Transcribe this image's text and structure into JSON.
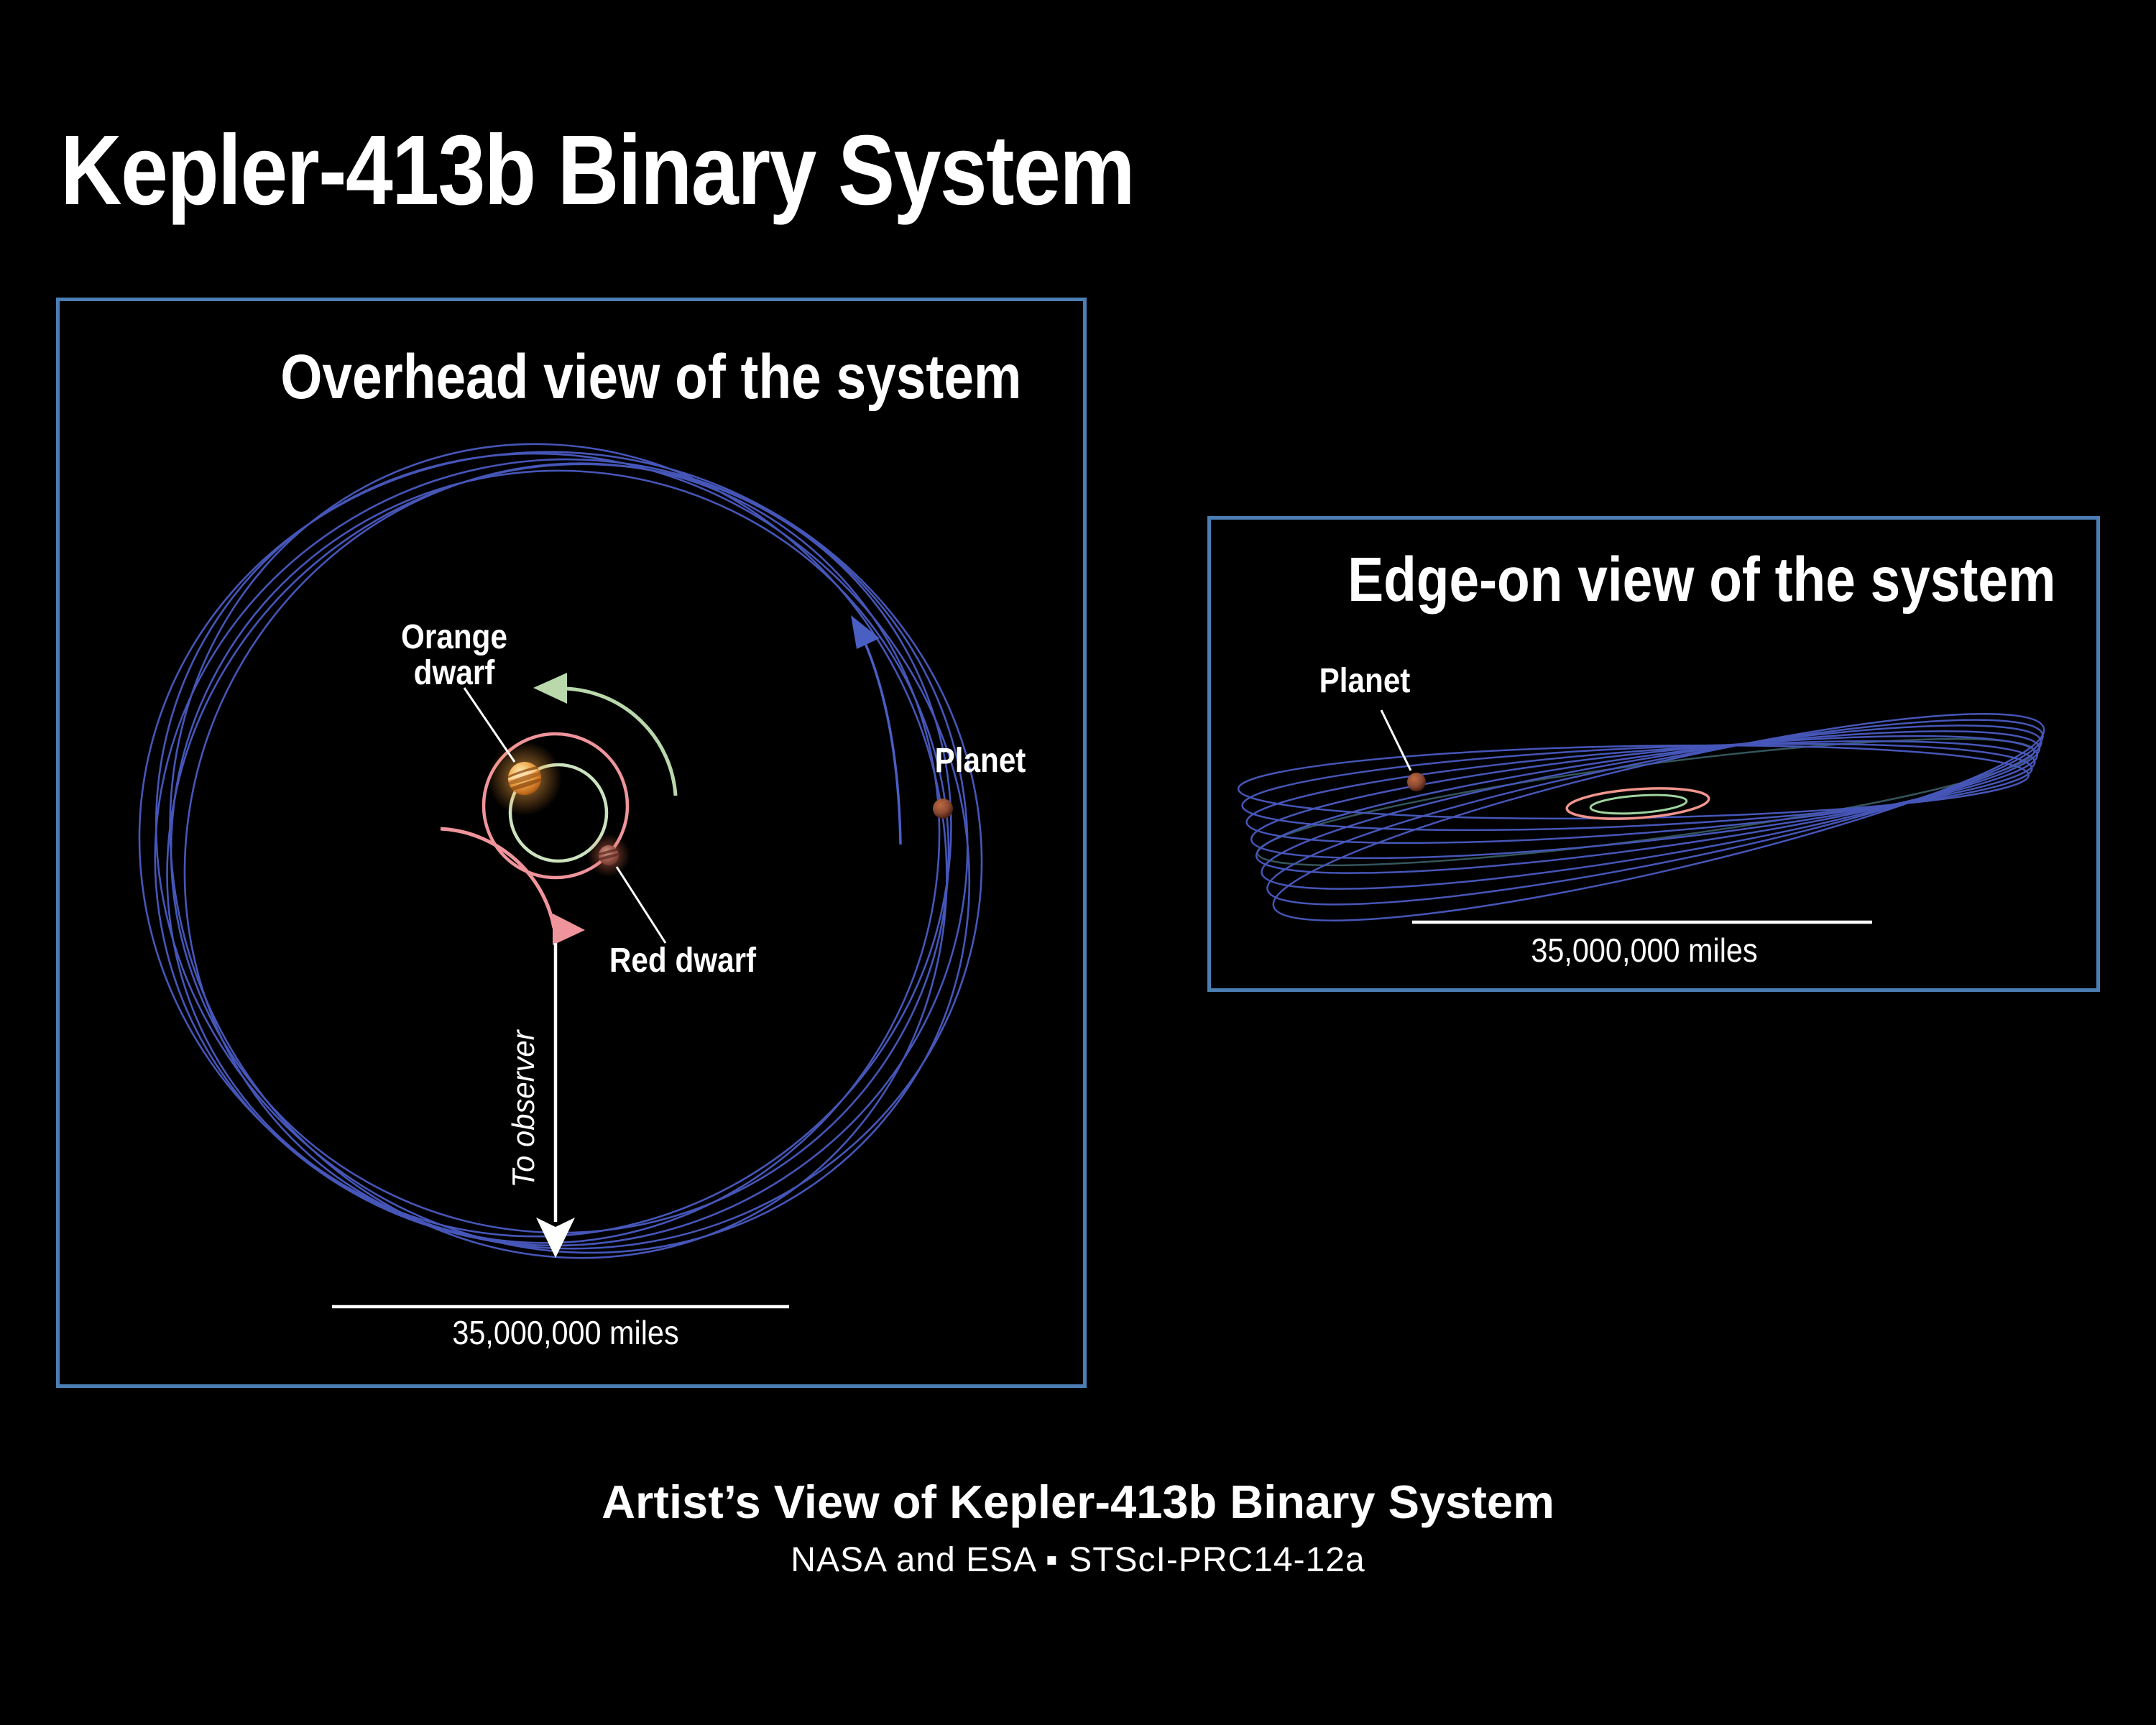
{
  "page": {
    "title": "Kepler-413b Binary System",
    "caption_line1": "Artist’s View of Kepler-413b Binary System",
    "caption_line2": "NASA and ESA ▪ STScI-PRC14-12a"
  },
  "overhead_panel": {
    "title": "Overhead view of the system",
    "label_orange_dwarf_line1": "Orange",
    "label_orange_dwarf_line2": "dwarf",
    "label_red_dwarf": "Red dwarf",
    "label_planet": "Planet",
    "label_to_observer": "To observer",
    "scale_label": "35,000,000 miles"
  },
  "edgeon_panel": {
    "title": "Edge-on view of the system",
    "label_planet": "Planet",
    "scale_label": "35,000,000 miles"
  },
  "colors": {
    "background": "#000000",
    "text_white": "#ffffff",
    "panel_border": "#4b7fb4",
    "orbit_blue": "#4656b8",
    "arrow_blue": "#4a5fc4",
    "orbit_green": "#cbe3bf",
    "arrow_green": "#b9d8ab",
    "orbit_pink": "#f0949c",
    "edgeon_pink": "#f0958d",
    "edgeon_green": "#9fd49f",
    "edgeon_teal": "#5e9aa8",
    "star_orange": "#e8973b",
    "star_red": "#a05a4c",
    "planet_brown": "#8a4a33"
  }
}
